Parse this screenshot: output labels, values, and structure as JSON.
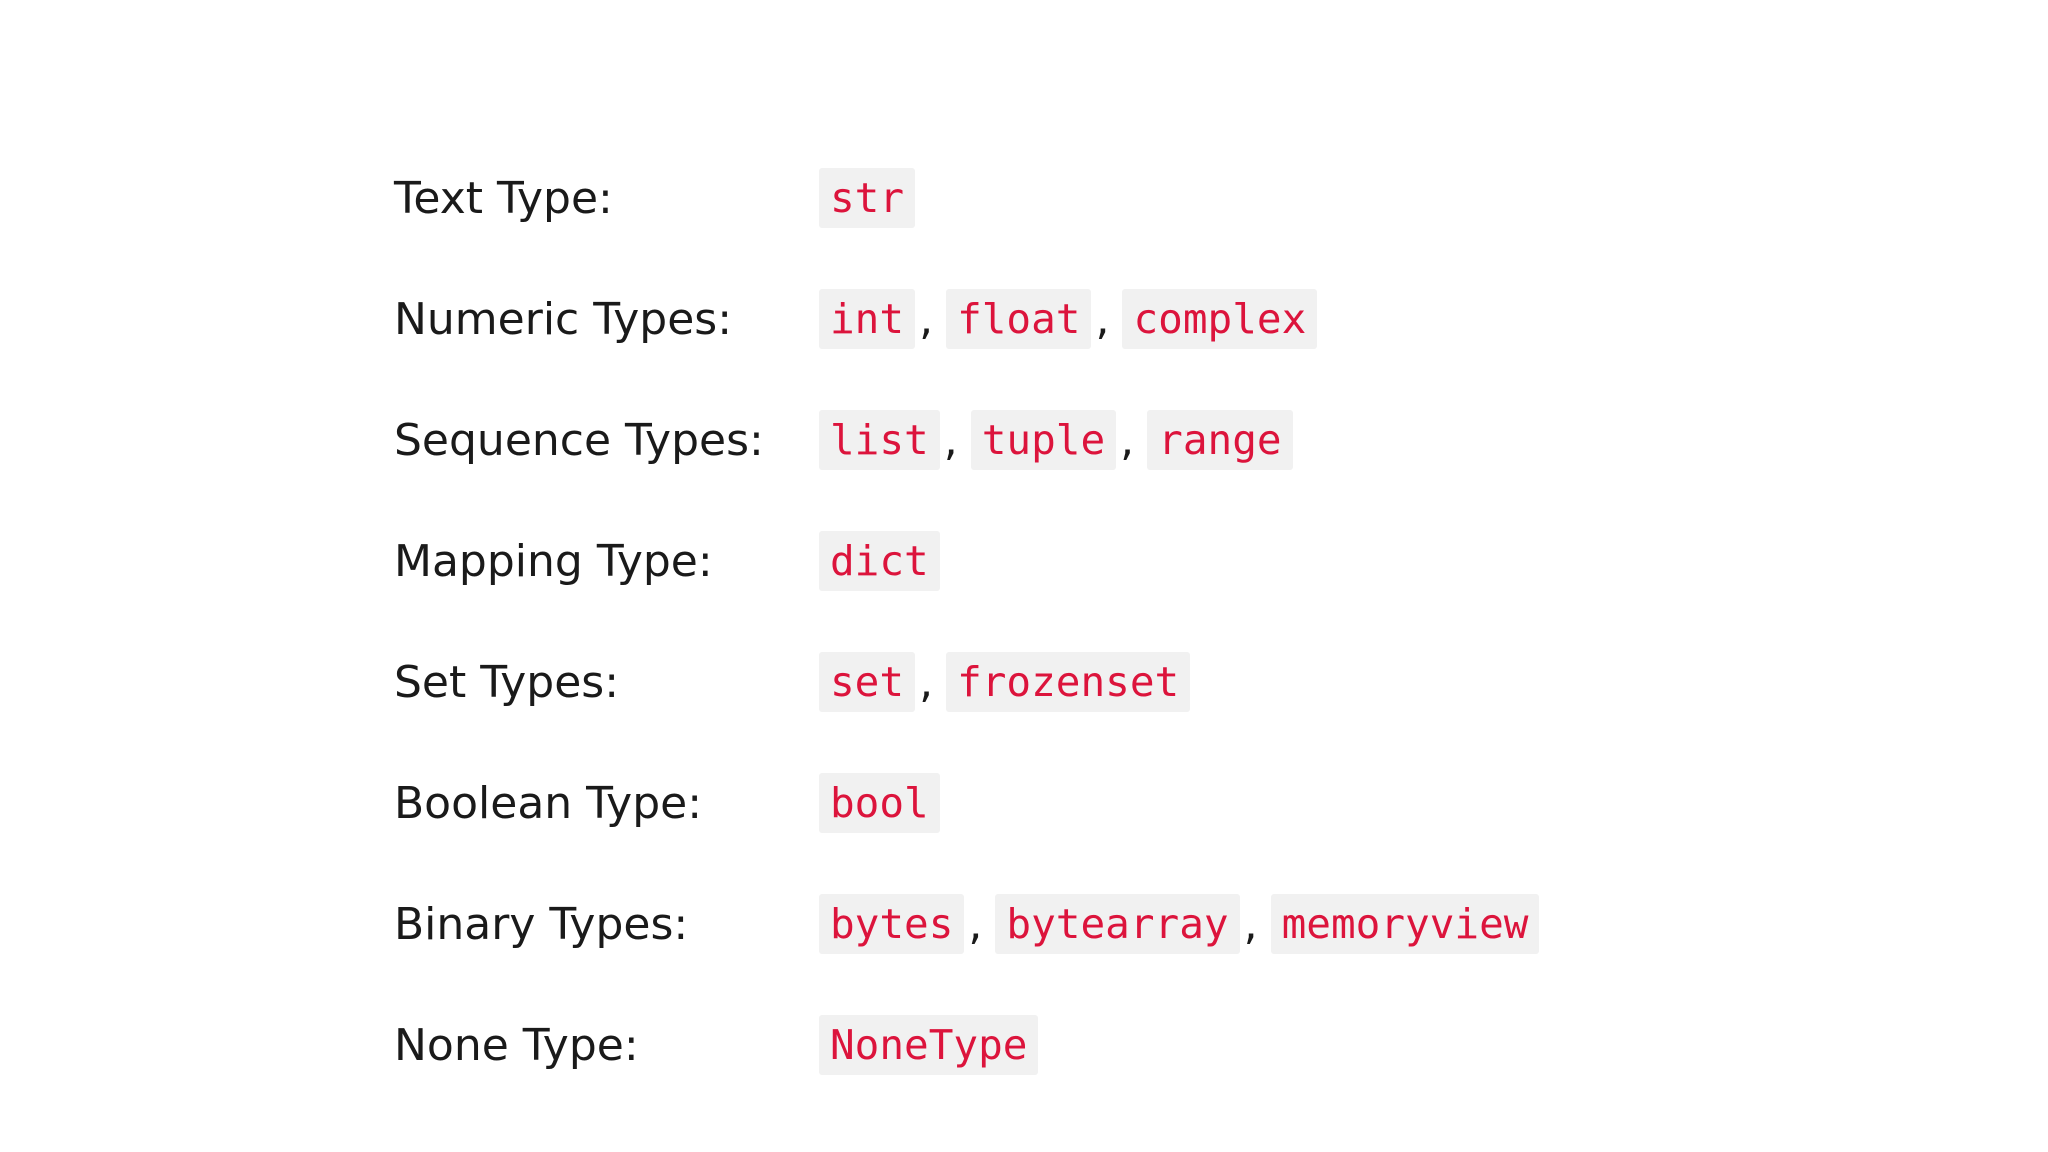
{
  "rows": [
    {
      "label": "Text Type:",
      "values": [
        "str"
      ]
    },
    {
      "label": "Numeric Types:",
      "values": [
        "int",
        "float",
        "complex"
      ]
    },
    {
      "label": "Sequence Types:",
      "values": [
        "list",
        "tuple",
        "range"
      ]
    },
    {
      "label": "Mapping Type:",
      "values": [
        "dict"
      ]
    },
    {
      "label": "Set Types:",
      "values": [
        "set",
        "frozenset"
      ]
    },
    {
      "label": "Boolean Type:",
      "values": [
        "bool"
      ]
    },
    {
      "label": "Binary Types:",
      "values": [
        "bytes",
        "bytearray",
        "memoryview"
      ]
    },
    {
      "label": "None Type:",
      "values": [
        "NoneType"
      ]
    }
  ],
  "separator": ",",
  "colors": {
    "code_text": "#dc143c",
    "code_background": "#f1f1f1",
    "label_text": "#1a1a1a"
  }
}
